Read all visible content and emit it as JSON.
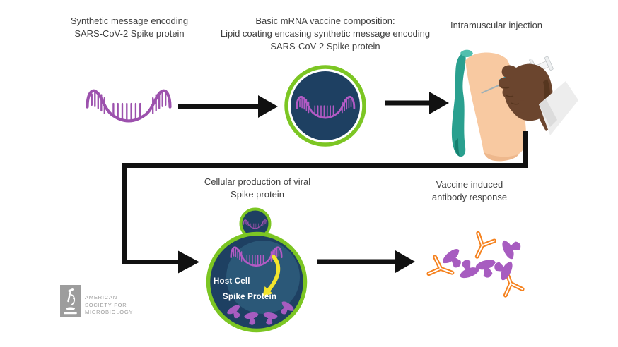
{
  "steps": {
    "step1": {
      "label_line1": "Synthetic message encoding",
      "label_line2": "SARS-CoV-2 Spike protein"
    },
    "step2": {
      "label_line1": "Basic mRNA vaccine composition:",
      "label_line2": "Lipid coating encasing synthetic message encoding",
      "label_line3": "SARS-CoV-2 Spike protein"
    },
    "step3": {
      "label_line1": "Intramuscular injection"
    },
    "step4": {
      "label_line1": "Cellular production of viral",
      "label_line2": "Spike protein",
      "host_cell_label": "Host Cell",
      "spike_protein_label": "Spike Protein"
    },
    "step5": {
      "label_line1": "Vaccine induced",
      "label_line2": "antibody response"
    }
  },
  "logo": {
    "line1": "AMERICAN",
    "line2": "SOCIETY FOR",
    "line3": "MICROBIOLOGY"
  },
  "icons": {
    "mrna-icon": "purple mRNA strand with base-pair teeth",
    "vaccine-particle-icon": "green lipid circle encasing mRNA",
    "arrow-right-icon": "black flow arrow",
    "flow-connector-arrow": "black elbow connector arrow",
    "injection-illustration": "upper arm with sleeve, syringe and hand",
    "syringe-icon": "syringe with teal hub",
    "host-cell-illustration": "cell with endosome, mRNA and spike proteins",
    "yellow-arrow-icon": "yellow curved translation arrow",
    "antibody-icon": "orange Y-shaped antibody",
    "spike-icon": "purple spike protein",
    "microscope-icon": "white microscope on gray square"
  },
  "colors": {
    "text": "#3f3f3f",
    "mrna_purple": "#9c51ad",
    "mrna_purple_bright": "#b25ac4",
    "lipid_green": "#7cc623",
    "capsule_navy": "#1e4062",
    "cell_inner_blue": "#2b5878",
    "yellow_arrow": "#f3e42c",
    "antibody_orange": "#f5821f",
    "spike_purple": "#a75cc0",
    "arrow_black": "#111111",
    "skin": "#f8c9a1",
    "hand_brown": "#6b452e",
    "sleeve_teal": "#2aa08f",
    "cuff_white": "#ededed",
    "logo_gray": "#9d9d9d"
  }
}
